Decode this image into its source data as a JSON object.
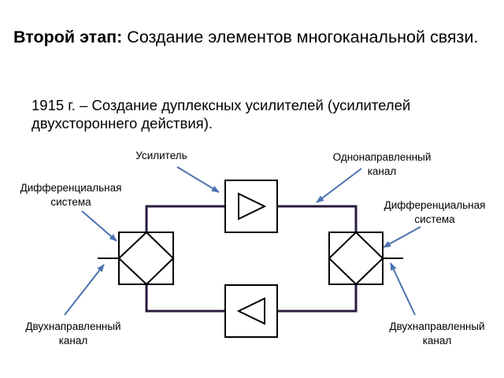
{
  "header": {
    "title_bold": "Второй этап:",
    "title_rest": " Создание элементов многоканальной связи.",
    "subtitle": "1915 г. – Создание дуплексных усилителей (усилителей двухстороннего действия)."
  },
  "diagram": {
    "labels": {
      "amplifier": "Усилитель",
      "one_way_channel": [
        "Однонаправленный",
        "канал"
      ],
      "diff_system_left": [
        "Дифференциальная",
        "система"
      ],
      "diff_system_right": [
        "Дифференциальная",
        "система"
      ],
      "two_way_channel_left": [
        "Двухнаправленный",
        "канал"
      ],
      "two_way_channel_right": [
        "Двухнаправленный",
        "канал"
      ]
    },
    "colors": {
      "line": "#000000",
      "wire": "#2a1b3d",
      "arrow": "#4a72b0"
    }
  }
}
